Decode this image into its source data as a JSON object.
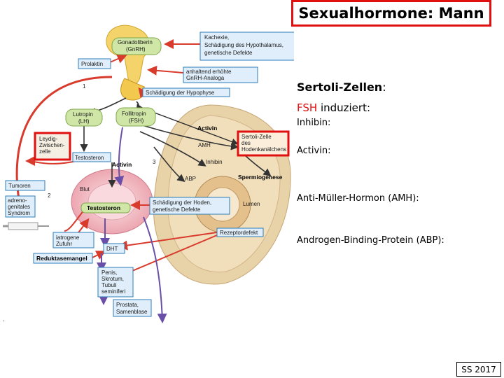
{
  "title": "Sexualhormone: Mann",
  "diagram": {
    "labels": {
      "gonadoliberin": "Gonadoliberin",
      "gnrh": "(GnRH)",
      "kachexie": "Kachexie,",
      "schaedigung_hypothalamus": "Schädigung des Hypothalamus,",
      "genetische_defekte_1": "genetische Defekte",
      "prolaktin": "Prolaktin",
      "anhaltend_erhoehte": "anhaltend erhöhte",
      "gnrh_analoga": "GnRH-Analoga",
      "num_1": "1",
      "schaedigung_hypophyse": "Schädigung der Hypophyse",
      "lutropin": "Lutropin",
      "lh": "(LH)",
      "follitropin": "Follitropin",
      "fsh": "(FSH)",
      "activin_1": "Activin",
      "leydig_1": "Leydig-",
      "leydig_2": "Zwischen-",
      "leydig_3": "zelle",
      "sertoli_zelle_1": "Sertoli-Zelle",
      "sertoli_zelle_2": "des",
      "sertoli_zelle_3": "Hodenkanälchens",
      "amh": "AMH",
      "testosteron_1": "Testosteron",
      "activin_2": "Activin",
      "num_3": "3",
      "inhibin": "Inhibin",
      "abp": "ABP",
      "spermiogenese": "Spermiogenese",
      "tumoren": "Tumoren",
      "blut": "Blut",
      "num_2": "2",
      "adreno_1": "adreno-",
      "adreno_2": "genitales",
      "adreno_3": "Syndrom",
      "testosteron_2": "Testosteron",
      "schaedigung_hoden": "Schädigung der Hoden,",
      "genetische_defekte_2": "genetische Defekte",
      "lumen": "Lumen",
      "iatrogene": "iatrogene",
      "zufuhr": "Zufuhr",
      "rezeptordefekt": "Rezeptordefekt",
      "dht": "DHT",
      "reduktasemangel": "Reduktasemangel",
      "penis": "Penis,",
      "skrotum": "Skrotum,",
      "tubuli": "Tubuli",
      "seminiferi": "seminiferi",
      "prostata": "Prostata,",
      "samenblase": "Samenblase"
    }
  },
  "notes": {
    "sertoli_heading": "Sertoli-Zellen",
    "sertoli_colon": ":",
    "fsh_word": "FSH",
    "fsh_rest": " induziert:",
    "inhibin": "Inhibin:",
    "activin": "Activin:",
    "amh": "Anti-Müller-Hormon (AMH):",
    "abp": "Androgen-Binding-Protein (ABP):"
  },
  "footer": {
    "semester": "SS 2017",
    "dot": "."
  },
  "colors": {
    "frame_red": "#e01010",
    "arrow_red": "#d83a2c",
    "fsh_red": "#e01010",
    "hormone_green": "#cfe6a6",
    "box_blue": "#2e7db8",
    "label_blue": "#dfeefa",
    "tissue_tan": "#e8d2a8",
    "blood_pink": "#f5c9cf",
    "pathway_purple": "#6a4fa8"
  }
}
